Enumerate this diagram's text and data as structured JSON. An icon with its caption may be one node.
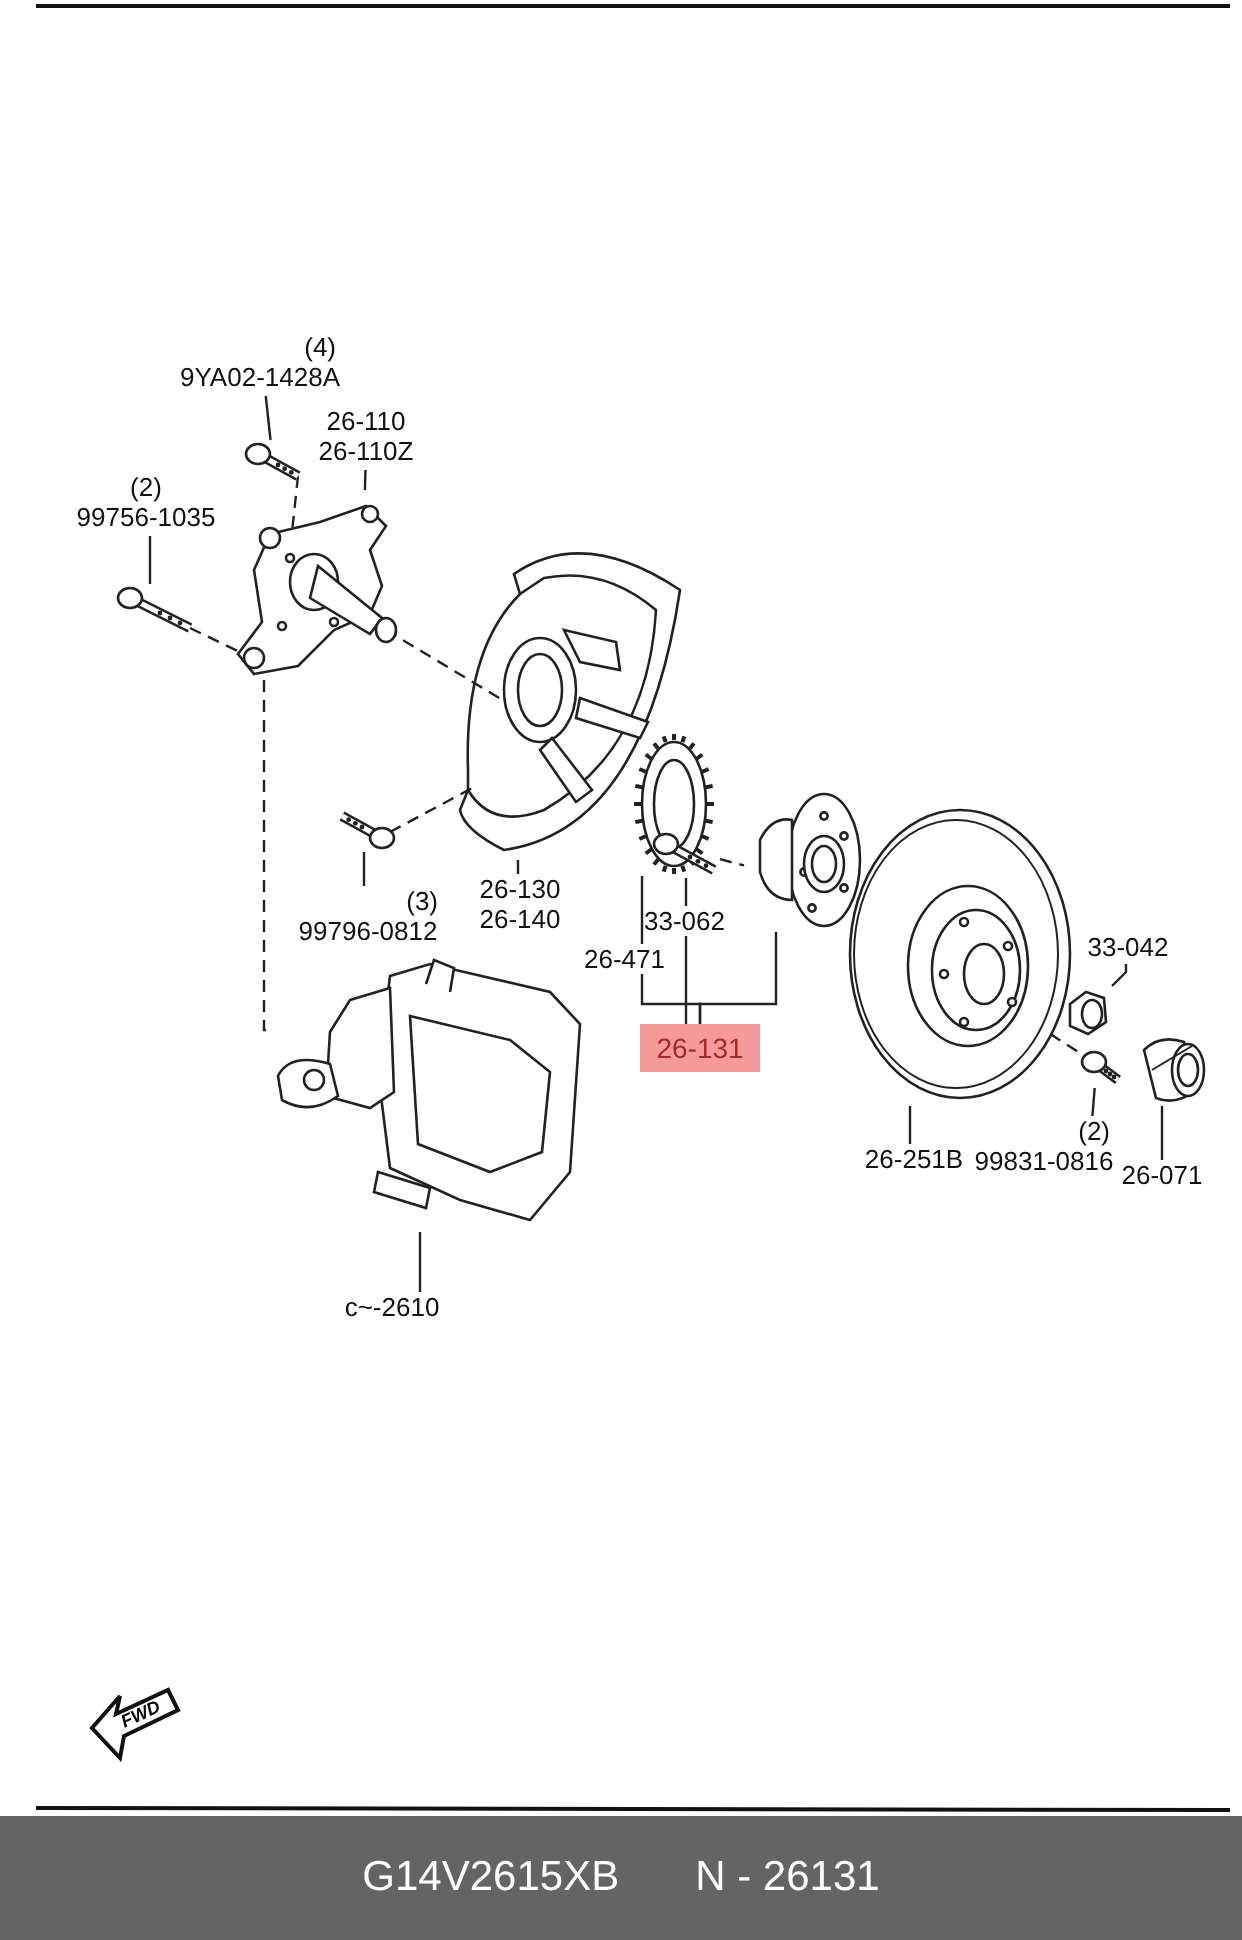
{
  "diagram": {
    "nodes": [
      {
        "text": [
          "9YA02-1428A"
        ],
        "beside": [
          "(4)"
        ]
      },
      {
        "text": [
          "26-110",
          "26-110Z"
        ]
      },
      {
        "text": [
          "99756-1035"
        ],
        "beside": [
          "(2)"
        ]
      },
      {
        "text": [
          "99796-0812"
        ],
        "beside": [
          "(3)"
        ]
      },
      {
        "text": [
          "26-130",
          "26-140"
        ]
      },
      {
        "text": [
          "26-131"
        ]
      },
      {
        "text": [
          "33-042"
        ]
      },
      {
        "text": [
          "99831-0816"
        ],
        "beside": [
          "(2)"
        ]
      },
      {
        "text": [
          "26-251B"
        ]
      },
      {
        "text": [
          "26-071"
        ]
      },
      {
        "text": [
          "c~-2610"
        ]
      },
      {
        "text": [],
        "shape": "picture"
      },
      {
        "text": [],
        "shape": "picture"
      },
      {
        "text": [],
        "shape": "picture"
      },
      {
        "text": [],
        "shape": "picture"
      },
      {
        "text": [],
        "shape": "picture"
      },
      {
        "text": [],
        "shape": "picture"
      },
      {
        "text": [],
        "shape": "picture"
      },
      {
        "text": [],
        "shape": "picture"
      },
      {
        "text": [],
        "shape": "picture"
      },
      {
        "text": [],
        "shape": "picture"
      },
      {
        "text": [],
        "shape": "picture"
      },
      {
        "text": [],
        "shape": "picture"
      },
      {
        "text": [],
        "shape": "picture"
      }
    ],
    "edges": [
      {
        "from": 0,
        "to": 11,
        "arrow": "none"
      },
      {
        "from": 1,
        "to": 12,
        "arrow": "none"
      },
      {
        "from": 2,
        "to": 13,
        "arrow": "none"
      },
      {
        "from": 3,
        "to": 15,
        "arrow": "none"
      },
      {
        "from": 4,
        "to": 14,
        "arrow": "none"
      },
      {
        "from": 5,
        "to": 16,
        "arrow": "none"
      },
      {
        "from": 5,
        "to": 17,
        "arrow": "none"
      },
      {
        "from": 5,
        "to": 18,
        "arrow": "none"
      },
      {
        "from": 6,
        "to": 21,
        "arrow": "none"
      },
      {
        "from": 7,
        "to": 20,
        "arrow": "none"
      },
      {
        "from": 8,
        "to": 19,
        "arrow": "none"
      },
      {
        "from": 9,
        "to": 22,
        "arrow": "none"
      },
      {
        "from": 10,
        "to": 23,
        "arrow": "none"
      },
      {
        "from": 11,
        "to": 12,
        "arrow": "none",
        "style": "dashed"
      },
      {
        "from": 13,
        "to": 12,
        "arrow": "none",
        "style": "dashed"
      },
      {
        "from": 12,
        "to": 14,
        "arrow": "none",
        "style": "dashed"
      },
      {
        "from": 12,
        "to": 23,
        "arrow": "none",
        "style": "dashed"
      },
      {
        "from": 15,
        "to": 14,
        "arrow": "none",
        "style": "dashed"
      },
      {
        "from": 17,
        "to": 18,
        "arrow": "none",
        "style": "dashed"
      },
      {
        "from": 20,
        "to": 19,
        "arrow": "none",
        "style": "dashed"
      }
    ],
    "labels": [
      "33-062",
      "26-471",
      "FWD",
      "G14V2615XB",
      "N - 26131"
    ]
  }
}
